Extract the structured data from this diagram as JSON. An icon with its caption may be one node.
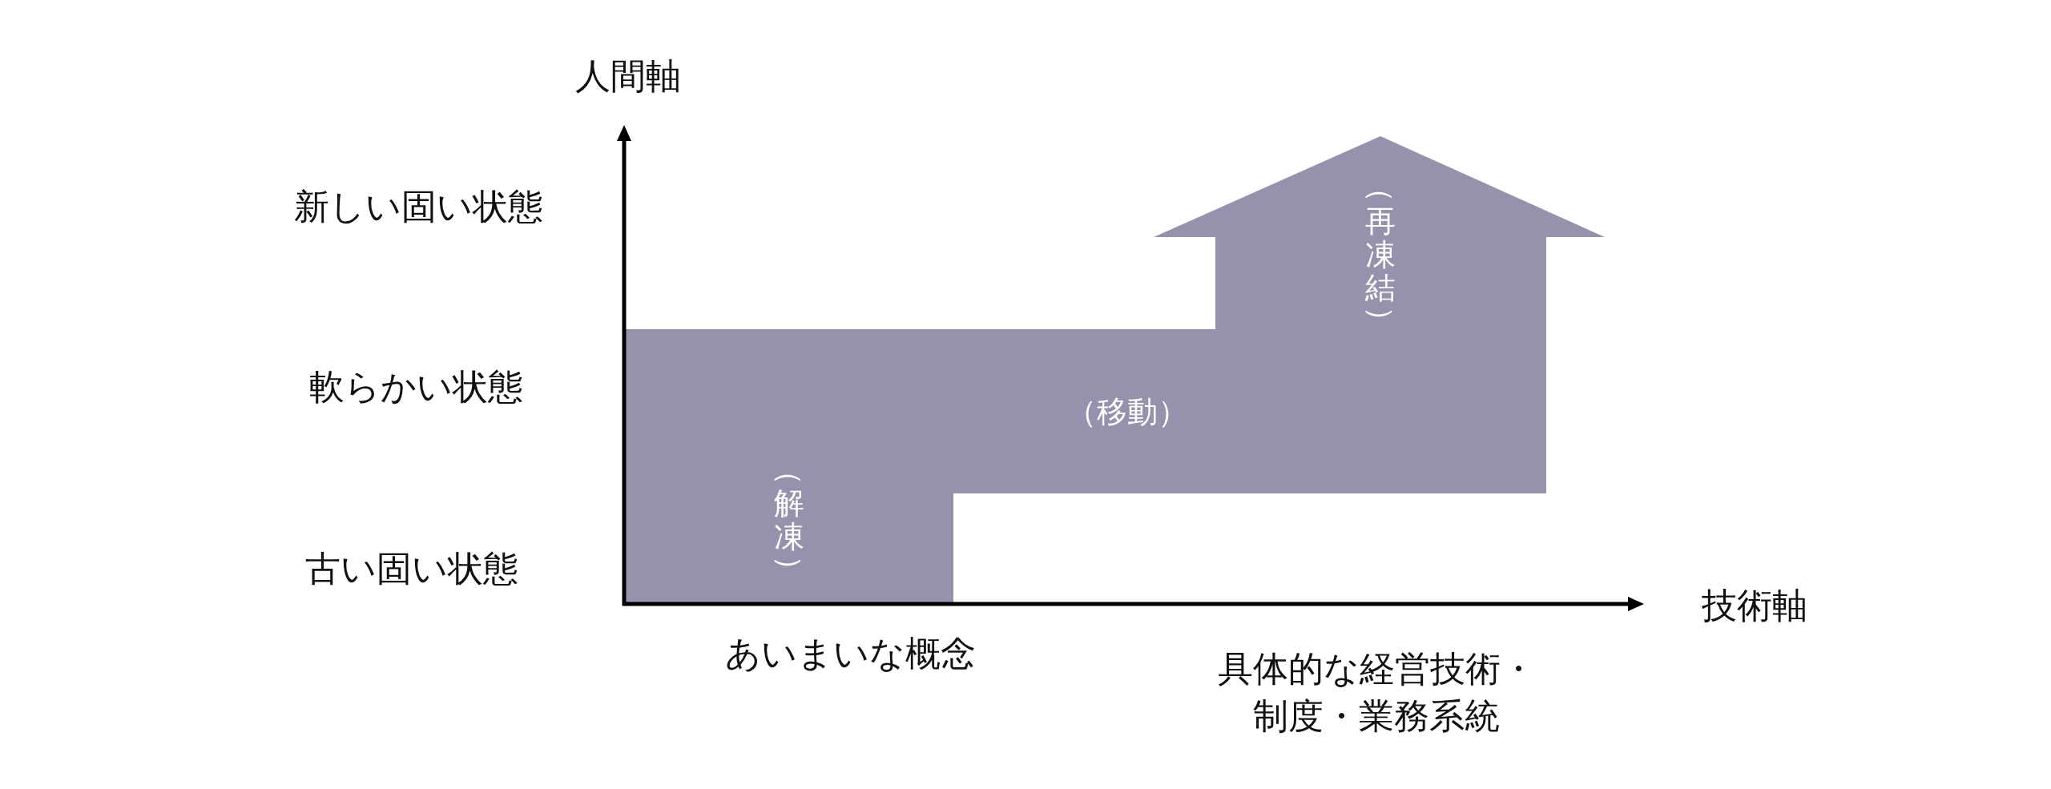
{
  "diagram": {
    "nodes": [
      {
        "text": [
          "（解凍）",
          "（移動）",
          "（再凍結）"
        ]
      }
    ],
    "edges": [],
    "labels": [
      "人間軸",
      "新しい固い状態",
      "軟らかい状態",
      "古い固い状態",
      "技術軸",
      "あいまいな概念",
      "具体的な経営技術・制度・業務系統"
    ]
  }
}
